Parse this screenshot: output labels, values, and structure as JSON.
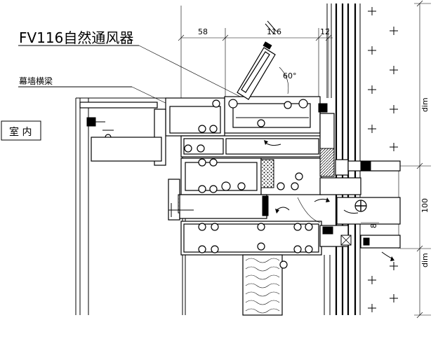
{
  "labels": {
    "ventilator": "FV116自然通风器",
    "transom": "幕墙横梁",
    "indoor": "室 内"
  },
  "dimensions": {
    "d58": "58",
    "d116": "116",
    "d12": "12",
    "angle": "60°",
    "d100": "100",
    "d8": "8",
    "dim_upper": "dim",
    "dim_lower": "dim"
  }
}
